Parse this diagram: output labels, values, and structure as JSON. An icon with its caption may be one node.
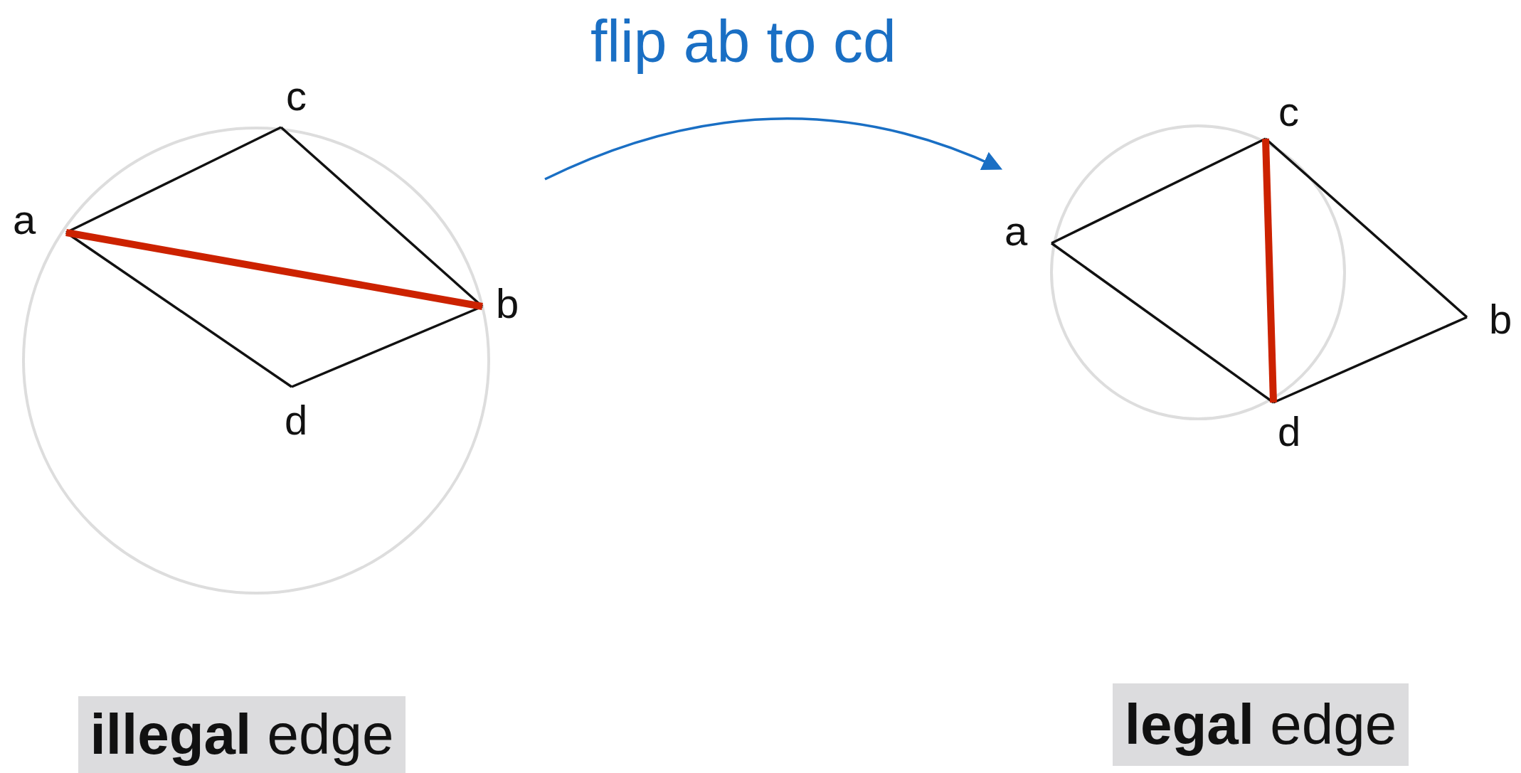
{
  "diagram": {
    "nodes": [
      {
        "text": [
          "a"
        ]
      },
      {
        "text": [
          "c"
        ]
      },
      {
        "text": [
          "b"
        ]
      },
      {
        "text": [
          "d"
        ]
      },
      {
        "text": [
          "a"
        ]
      },
      {
        "text": [
          "c"
        ]
      },
      {
        "text": [
          "b"
        ]
      },
      {
        "text": [
          "d"
        ]
      },
      {
        "text": [
          "**illegal** edge"
        ]
      },
      {
        "text": [
          "**legal** edge"
        ]
      }
    ],
    "edges": [
      {
        "from": 0,
        "to": 1,
        "arrow": "none"
      },
      {
        "from": 1,
        "to": 2,
        "arrow": "none"
      },
      {
        "from": 2,
        "to": 3,
        "arrow": "none"
      },
      {
        "from": 3,
        "to": 0,
        "arrow": "none"
      },
      {
        "from": 0,
        "to": 2,
        "arrow": "none",
        "style": "thick",
        "color": "#cc2200"
      },
      {
        "from": 4,
        "to": 5,
        "arrow": "none"
      },
      {
        "from": 5,
        "to": 6,
        "arrow": "none"
      },
      {
        "from": 6,
        "to": 7,
        "arrow": "none"
      },
      {
        "from": 7,
        "to": 4,
        "arrow": "none"
      },
      {
        "from": 5,
        "to": 7,
        "arrow": "none",
        "style": "thick",
        "color": "#cc2200"
      }
    ],
    "labels": [
      "flip ab to cd"
    ]
  }
}
